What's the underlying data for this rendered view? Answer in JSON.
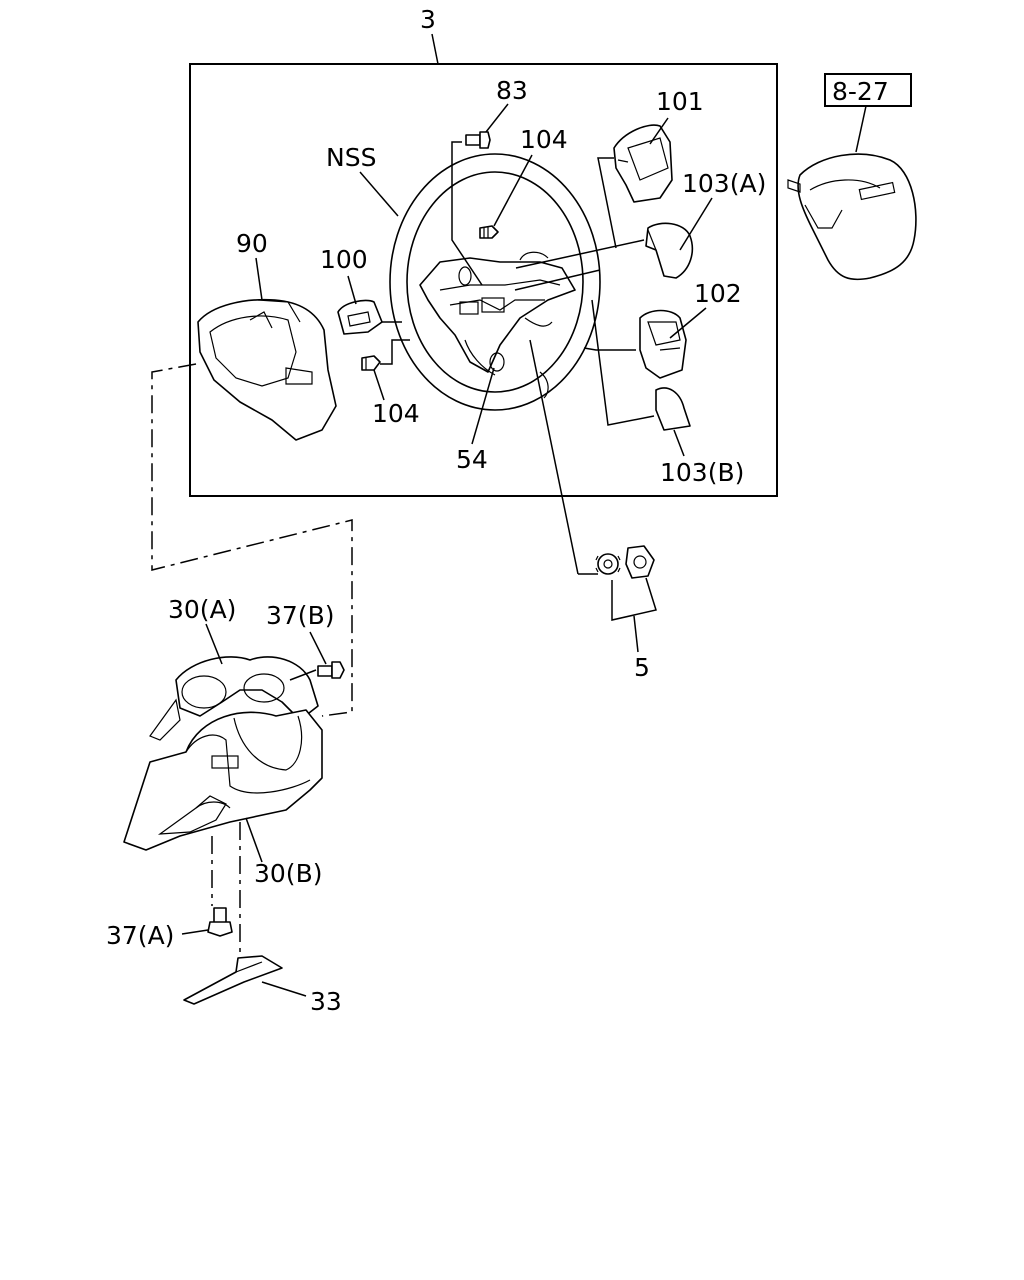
{
  "labels": {
    "assembly": "3",
    "ref_box": "8-27",
    "nss": "NSS",
    "screw_83": "83",
    "bolt_104_top": "104",
    "switch_101": "101",
    "cover_103a": "103(A)",
    "switch_102": "102",
    "cover_103b": "103(B)",
    "cover_90": "90",
    "bracket_100": "100",
    "bolt_104_bottom": "104",
    "nut_54": "54",
    "washer_5": "5",
    "column_cover_30a": "30(A)",
    "screw_37b": "37(B)",
    "column_cover_30b": "30(B)",
    "screw_37a": "37(A)",
    "pad_33": "33"
  }
}
